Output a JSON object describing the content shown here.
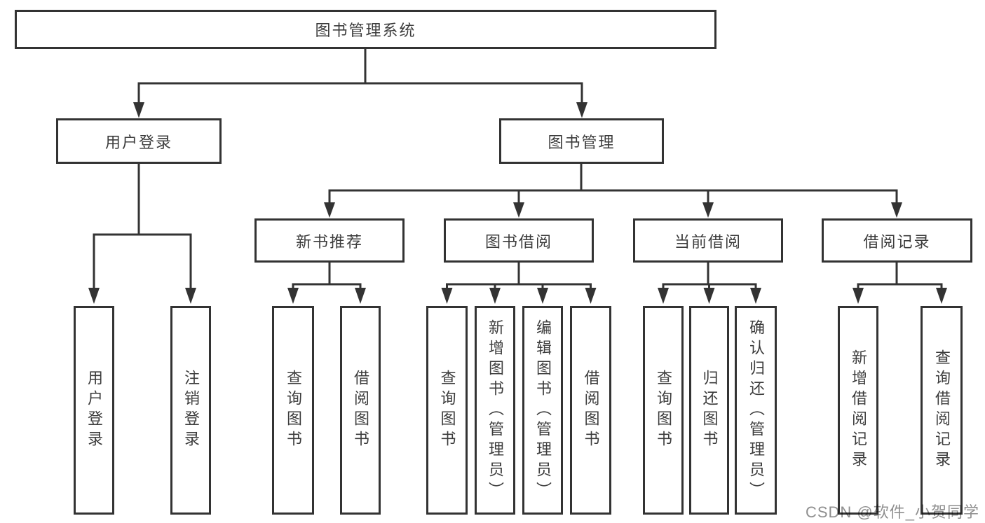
{
  "diagram": {
    "root": {
      "label": "图书管理系统",
      "children": [
        {
          "label": "用户登录",
          "children": [
            {
              "label": "用户登录"
            },
            {
              "label": "注销登录"
            }
          ]
        },
        {
          "label": "图书管理",
          "children": [
            {
              "label": "新书推荐",
              "children": [
                {
                  "label": "查询图书"
                },
                {
                  "label": "借阅图书"
                }
              ]
            },
            {
              "label": "图书借阅",
              "children": [
                {
                  "label": "查询图书"
                },
                {
                  "label": "新增图书（管理员）"
                },
                {
                  "label": "编辑图书（管理员）"
                },
                {
                  "label": "借阅图书"
                }
              ]
            },
            {
              "label": "当前借阅",
              "children": [
                {
                  "label": "查询图书"
                },
                {
                  "label": "归还图书"
                },
                {
                  "label": "确认归还（管理员）"
                }
              ]
            },
            {
              "label": "借阅记录",
              "children": [
                {
                  "label": "新增借阅记录"
                },
                {
                  "label": "查询借阅记录"
                }
              ]
            }
          ]
        }
      ]
    }
  },
  "watermark": {
    "text": "CSDN @软件_小贺同学"
  },
  "colors": {
    "line": "#333333",
    "text": "#3c3c3c",
    "background": "#ffffff",
    "watermark": "#8f8f8f"
  }
}
